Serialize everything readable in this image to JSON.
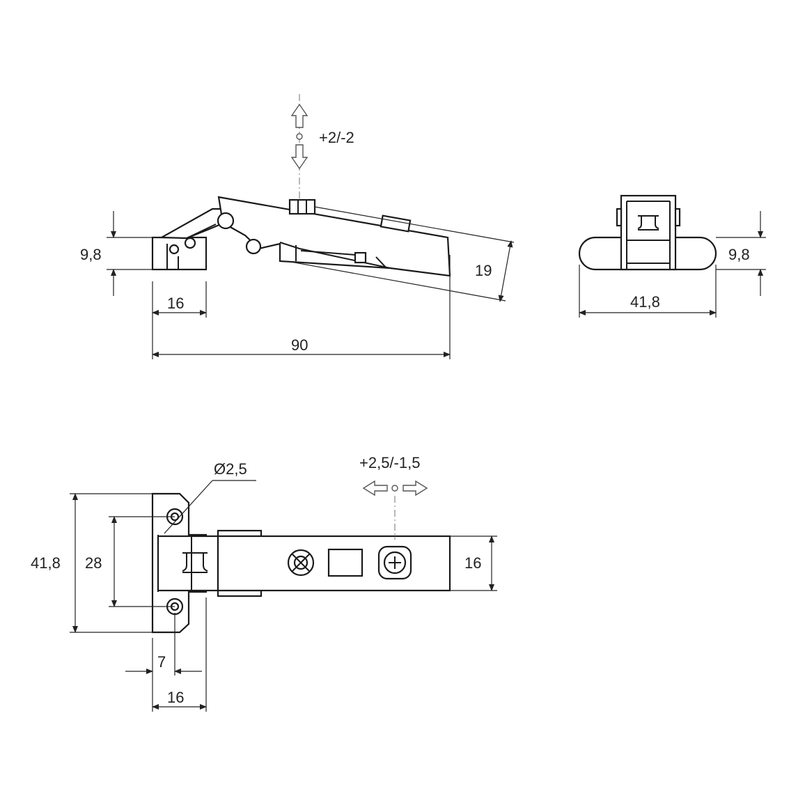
{
  "side_view": {
    "adjust_vertical": "+2/-2",
    "dim_height_mount": "9,8",
    "dim_width_mount": "16",
    "dim_total_length": "90",
    "dim_arm_height": "19"
  },
  "end_view": {
    "dim_height": "9,8",
    "dim_width": "41,8"
  },
  "top_view": {
    "dim_hole_diameter": "Ø2,5",
    "adjust_horizontal": "+2,5/-1,5",
    "dim_plate_width": "41,8",
    "dim_hole_spacing": "28",
    "dim_arm_width": "16",
    "dim_hole_offset": "7",
    "dim_plate_depth": "16"
  },
  "colors": {
    "line": "#1a1a1a",
    "dimension": "#222222",
    "centerline": "#888888"
  },
  "icons": [
    "up-arrow-icon",
    "down-arrow-icon",
    "left-arrow-icon",
    "right-arrow-icon",
    "screw-head-icon",
    "cam-screw-icon"
  ]
}
